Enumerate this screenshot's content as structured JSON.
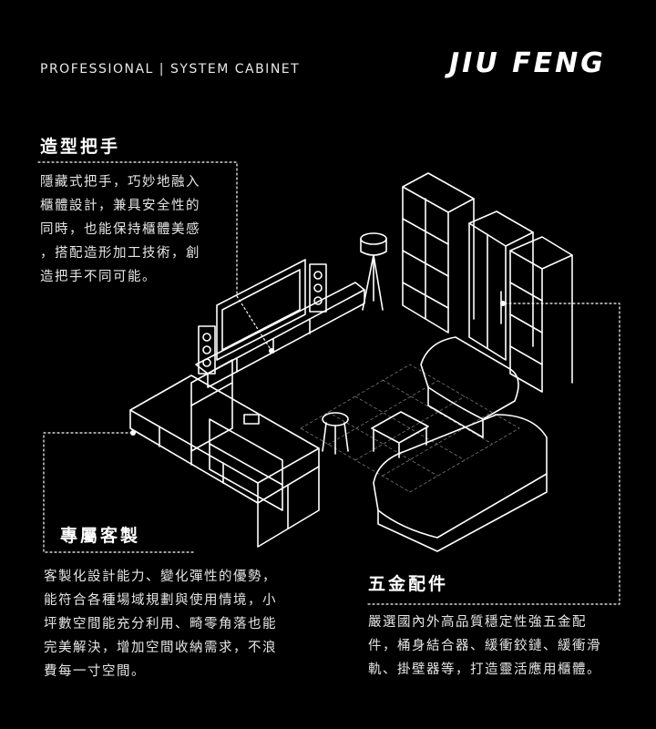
{
  "header": {
    "tagline": "PROFESSIONAL  | SYSTEM CABINET",
    "brand": "JIU  FENG"
  },
  "features": [
    {
      "title": "造型把手",
      "lines": [
        "隱藏式把手，巧妙地融入",
        "櫃體設計，兼具安全性的",
        "同時，也能保持櫃體美感",
        "，搭配造形加工技術，創",
        "造把手不同可能。"
      ]
    },
    {
      "title": "專屬客製",
      "lines": [
        "客製化設計能力、變化彈性的優勢，",
        "能符合各種場域規劃與使用情境，小",
        "坪數空間能充分利用、畸零角落也能",
        "完美解決，增加空間收納需求，不浪",
        "費每一寸空間。"
      ]
    },
    {
      "title": "五金配件",
      "lines": [
        "嚴選國內外高品質穩定性強五金配",
        "件，桶身結合器、緩衝鉸鏈、緩衝滑",
        "軌、掛壁器等，打造靈活應用櫃體。"
      ]
    }
  ],
  "colors": {
    "background": "#000000",
    "text": "#ffffff",
    "line": "#ffffff"
  }
}
